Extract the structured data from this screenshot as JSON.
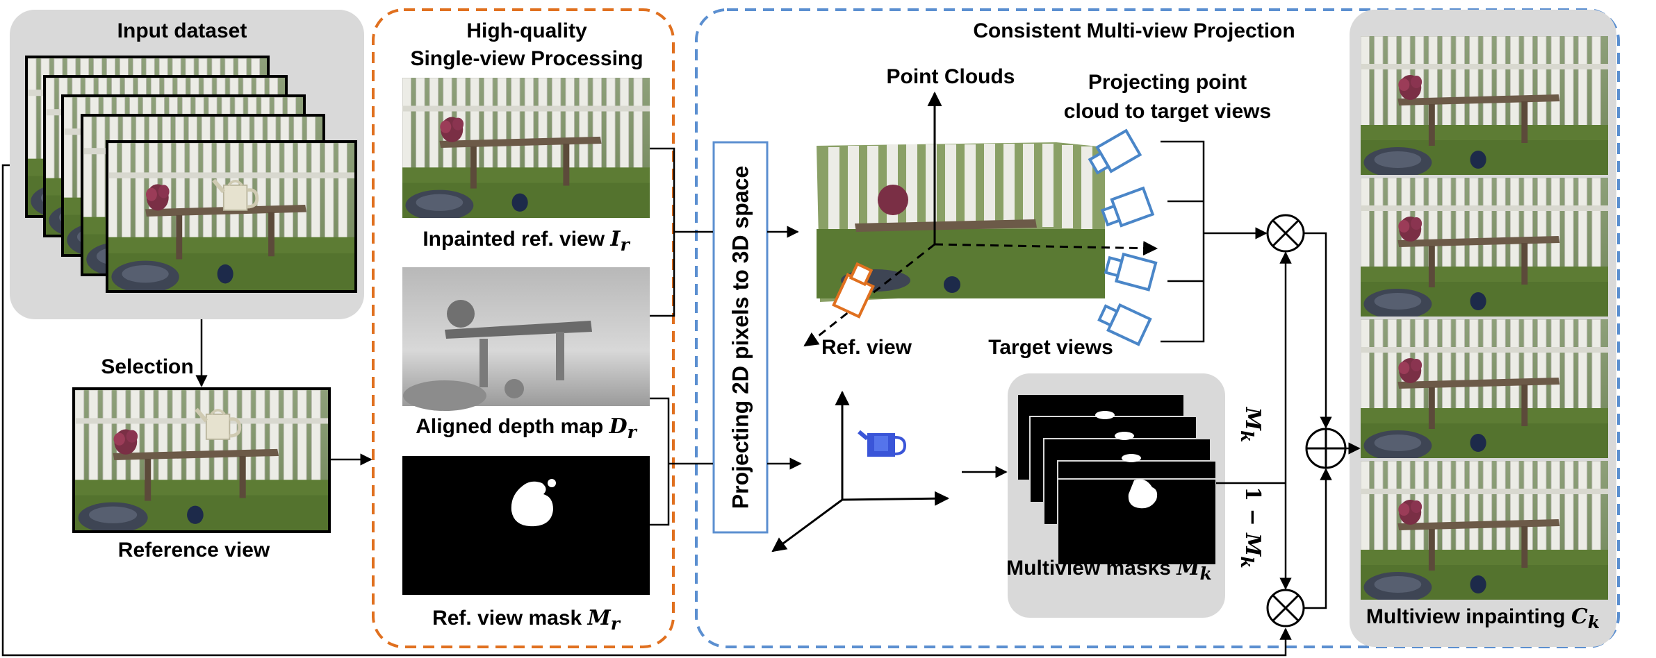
{
  "input_dataset": {
    "title": "Input dataset"
  },
  "selection": {
    "label": "Selection"
  },
  "reference_view": {
    "label": "Reference view"
  },
  "single_view": {
    "title_line1": "High-quality",
    "title_line2": "Single-view Processing",
    "inpainted_label": "Inpainted ref. view",
    "inpainted_sym": "I",
    "inpainted_sub": "r",
    "depth_label": "Aligned depth map",
    "depth_sym": "D",
    "depth_sub": "r",
    "mask_label": "Ref. view mask",
    "mask_sym": "M",
    "mask_sub": "r"
  },
  "projection": {
    "title": "Consistent Multi-view Projection",
    "lift_label": "Projecting 2D pixels to 3D space",
    "point_clouds": "Point Clouds",
    "projecting_line1": "Projecting point",
    "projecting_line2": "cloud to target views",
    "ref_view": "Ref. view",
    "target_views": "Target  views",
    "masks_label": "Multiview masks",
    "masks_sym": "M",
    "masks_sub": "k"
  },
  "blend": {
    "mk_sym": "M",
    "mk_sub": "k",
    "one_minus": "1 − ",
    "one_minus_sym": "M",
    "one_minus_sub": "k",
    "multiply_glyph": "⊗",
    "add_glyph": "⊕"
  },
  "output": {
    "label": "Multiview inpainting",
    "sym": "C",
    "sub": "k"
  },
  "colors": {
    "orange": "#e0701f",
    "blue": "#5b8fd0",
    "gray_panel": "#d9d9d9",
    "camera_blue": "#4a86c8"
  }
}
